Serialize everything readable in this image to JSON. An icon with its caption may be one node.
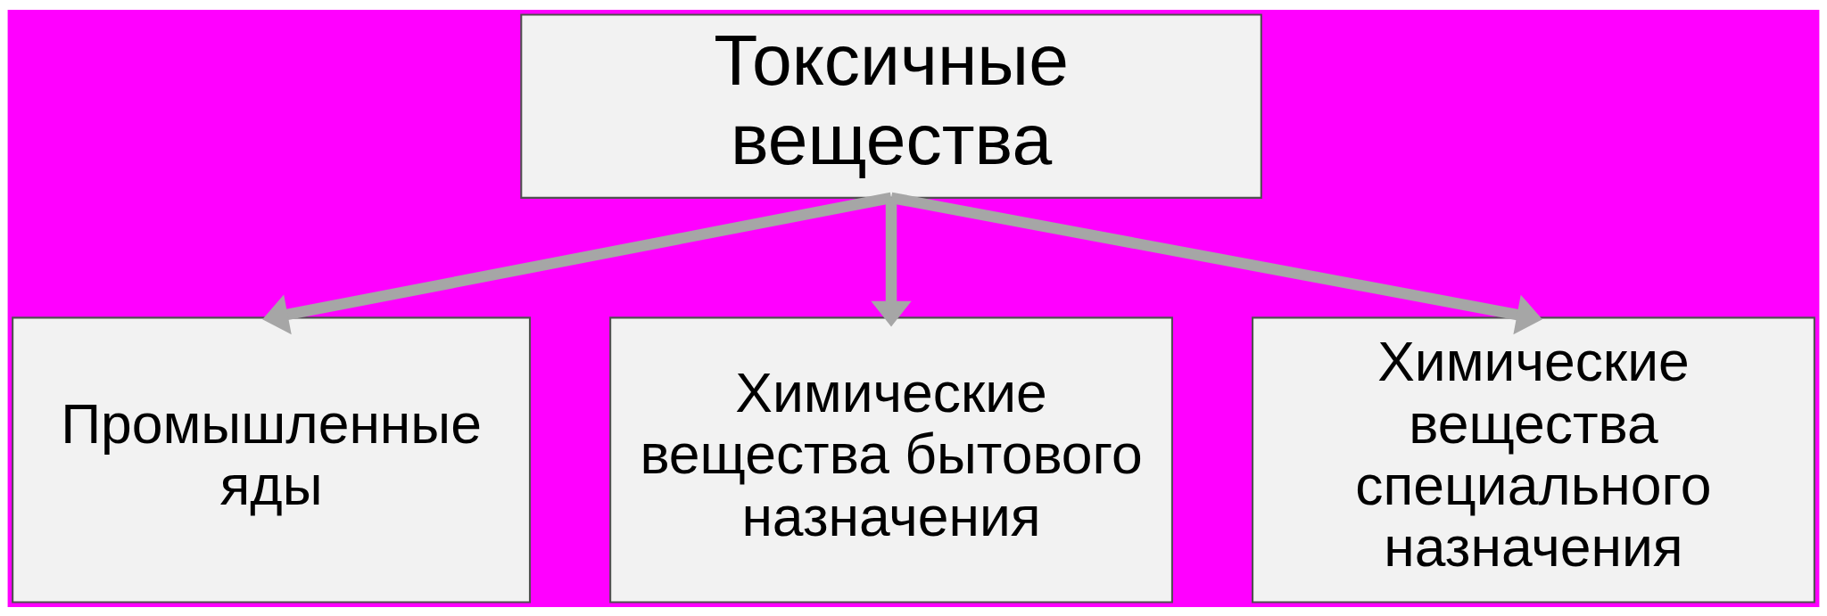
{
  "diagram": {
    "nodes": [
      {
        "text": [
          "Токсичные вещества"
        ]
      },
      {
        "text": [
          "Промышленные яды"
        ]
      },
      {
        "text": [
          "Химические вещества бытового назначения"
        ]
      },
      {
        "text": [
          "Химические вещества специального назначения"
        ]
      }
    ],
    "edges": [
      {
        "from": 0,
        "to": 1,
        "arrow": "to"
      },
      {
        "from": 0,
        "to": 2,
        "arrow": "to"
      },
      {
        "from": 0,
        "to": 3,
        "arrow": "to"
      }
    ]
  }
}
